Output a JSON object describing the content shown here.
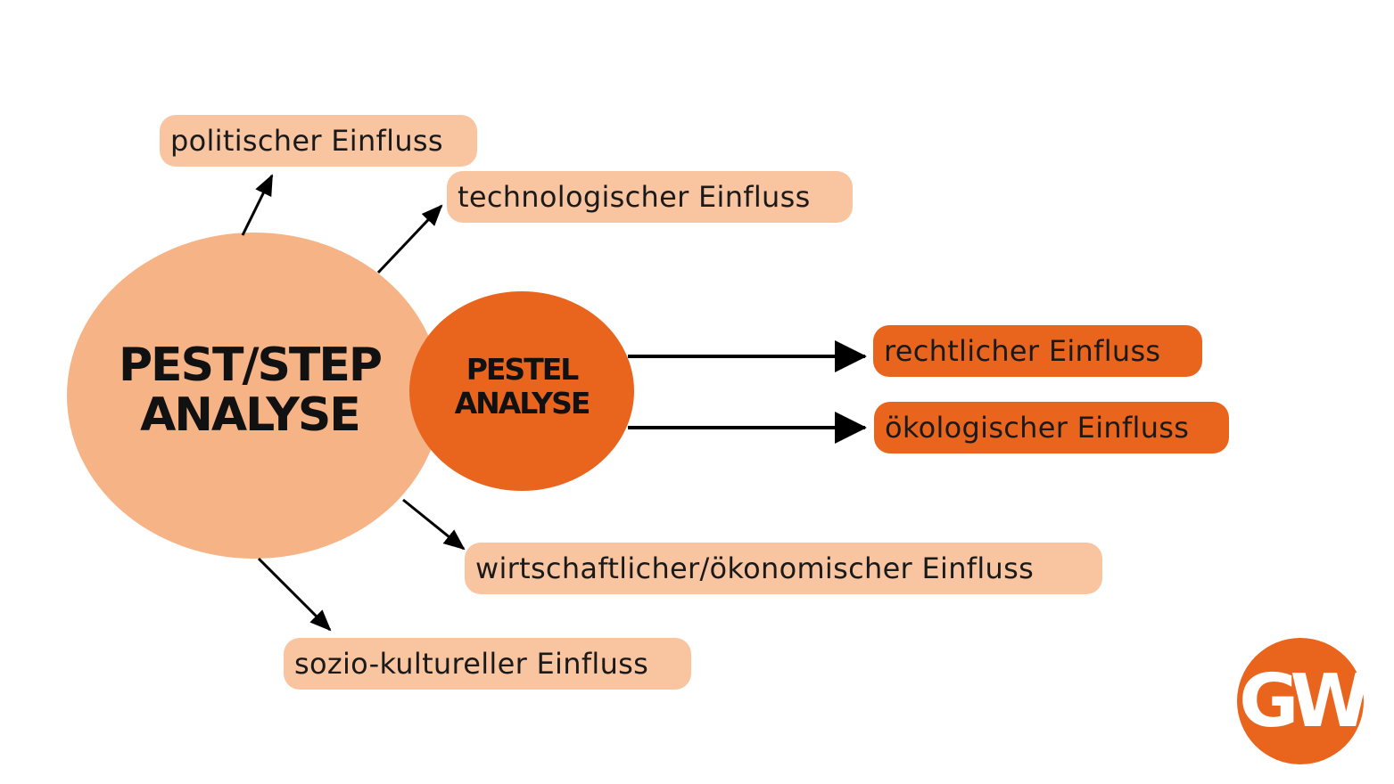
{
  "main_circle": {
    "line1": "PEST/STEP",
    "line2": "ANALYSE",
    "color": "#f5b386"
  },
  "sub_circle": {
    "line1": "PESTEL",
    "line2": "ANALYSE",
    "color": "#e9651e"
  },
  "labels": {
    "politisch": "politischer Einfluss",
    "technologisch": "technologischer Einfluss",
    "rechtlich": "rechtlicher Einfluss",
    "oekologisch": "ökologischer Einfluss",
    "wirtschaftlich": "wirtschaftlicher/ökonomischer Einfluss",
    "sozio": "sozio-kultureller Einfluss"
  },
  "colors": {
    "light_label": "#f8c5a0",
    "dark_label": "#e9651e",
    "arrow": "#000000"
  },
  "logo": {
    "text": "GW",
    "color": "#e9651e"
  }
}
